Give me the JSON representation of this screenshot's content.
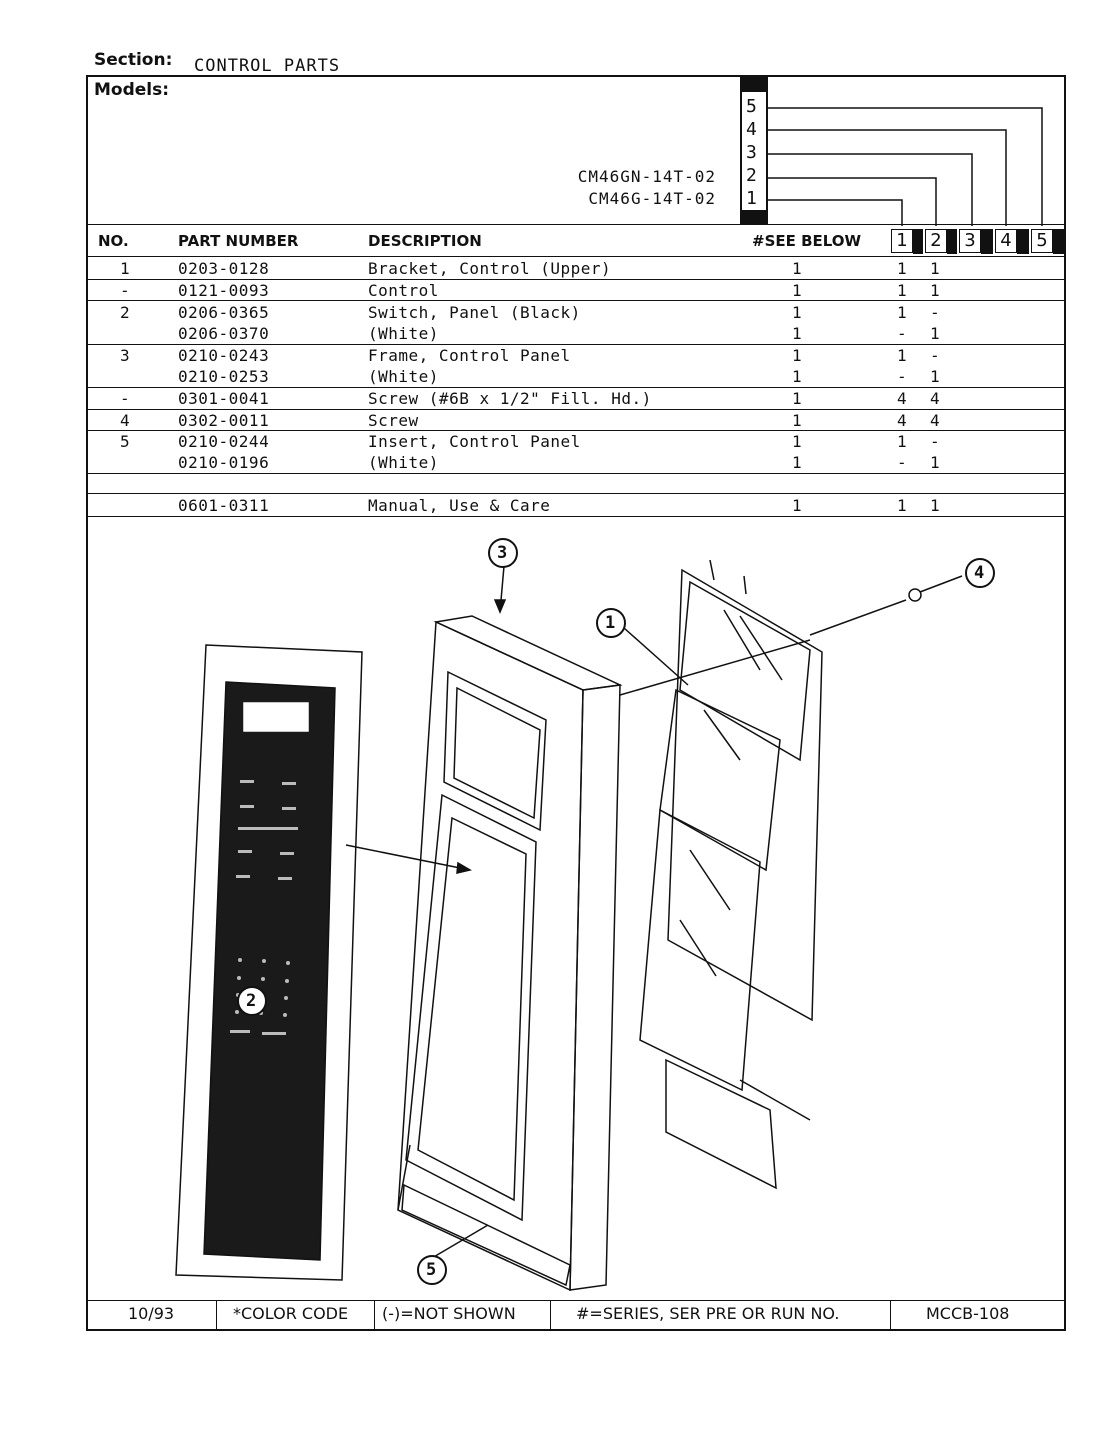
{
  "section": {
    "label": "Section:",
    "value": "CONTROL PARTS"
  },
  "models": {
    "label": "Models:",
    "list": [
      "CM46GN-14T-02",
      "CM46G-14T-02"
    ],
    "series_numbers": [
      "5",
      "4",
      "3",
      "2",
      "1"
    ]
  },
  "table": {
    "headers": {
      "no": "NO.",
      "part": "PART NUMBER",
      "desc": "DESCRIPTION",
      "see": "#SEE BELOW",
      "cols": [
        "1",
        "2",
        "3",
        "4",
        "5"
      ]
    },
    "rows": [
      {
        "no": "1",
        "part": "0203-0128",
        "desc": "Bracket, Control (Upper)",
        "qty": "1",
        "c1": "1",
        "c2": "1"
      },
      {
        "no": "-",
        "part": "0121-0093",
        "desc": "Control",
        "qty": "1",
        "c1": "1",
        "c2": "1"
      },
      {
        "no": "2",
        "part": "0206-0365",
        "desc": "Switch, Panel (Black)",
        "qty": "1",
        "c1": "1",
        "c2": "-"
      },
      {
        "no": "",
        "part": "0206-0370",
        "desc": "(White)",
        "qty": "1",
        "c1": "-",
        "c2": "1"
      },
      {
        "no": "3",
        "part": "0210-0243",
        "desc": "Frame, Control Panel",
        "qty": "1",
        "c1": "1",
        "c2": "-"
      },
      {
        "no": "",
        "part": "0210-0253",
        "desc": "(White)",
        "qty": "1",
        "c1": "-",
        "c2": "1"
      },
      {
        "no": "-",
        "part": "0301-0041",
        "desc": "Screw (#6B x 1/2\" Fill. Hd.)",
        "qty": "1",
        "c1": "4",
        "c2": "4"
      },
      {
        "no": "4",
        "part": "0302-0011",
        "desc": "Screw",
        "qty": "1",
        "c1": "4",
        "c2": "4"
      },
      {
        "no": "5",
        "part": "0210-0244",
        "desc": "Insert, Control Panel",
        "qty": "1",
        "c1": "1",
        "c2": "-"
      },
      {
        "no": "",
        "part": "0210-0196",
        "desc": "(White)",
        "qty": "1",
        "c1": "-",
        "c2": "1"
      },
      {
        "no": "",
        "part": "0601-0311",
        "desc": "Manual, Use & Care",
        "qty": "1",
        "c1": "1",
        "c2": "1"
      }
    ]
  },
  "callouts": [
    "1",
    "2",
    "3",
    "4",
    "5"
  ],
  "footer": {
    "date": "10/93",
    "color_code": "*COLOR CODE",
    "not_shown": "(-)=NOT SHOWN",
    "series": "#=SERIES, SER PRE OR RUN NO.",
    "doc_id": "MCCB-108"
  },
  "colors": {
    "ink": "#111111",
    "paper": "#ffffff"
  }
}
